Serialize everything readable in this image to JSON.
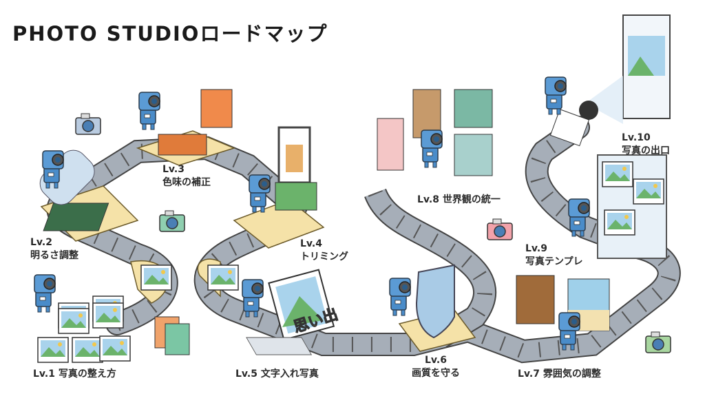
{
  "title": "PHOTO STUDIOロードマップ",
  "levels": [
    {
      "level": "Lv.1",
      "name": "写真の整え方"
    },
    {
      "level": "Lv.2",
      "name": "明るさ調整"
    },
    {
      "level": "Lv.3",
      "name": "色味の補正"
    },
    {
      "level": "Lv.4",
      "name": "トリミング"
    },
    {
      "level": "Lv.5",
      "name": "文字入れ写真"
    },
    {
      "level": "Lv.6",
      "name": "画質を守る"
    },
    {
      "level": "Lv.7",
      "name": "雰囲気の調整"
    },
    {
      "level": "Lv.8",
      "name": "世界観の統一"
    },
    {
      "level": "Lv.9",
      "name": "写真テンプレ"
    },
    {
      "level": "Lv.10",
      "name": "写真の出口"
    }
  ],
  "photo_caption": "思い出",
  "colors": {
    "robot": "#4a8cc9",
    "film": "#9aa3ae",
    "platform": "#f5e2a8",
    "outline": "#333333"
  }
}
